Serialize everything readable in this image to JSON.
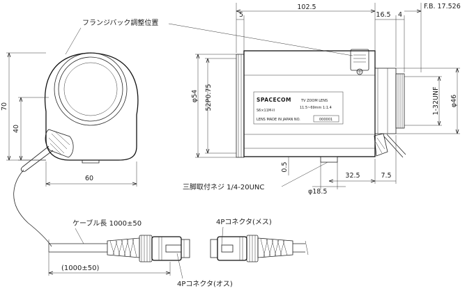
{
  "labels": {
    "flange_back_adjust": "フランジバック調整位置",
    "tripod_screw": "三脚取付ネジ 1/4-20UNC",
    "cable_length": "ケーブル長 1000±50",
    "cable_length_alt": "(1000±50)",
    "connector_female": "4Pコネクタ(メス)",
    "connector_male": "4Pコネクタ(オス)"
  },
  "dimensions": {
    "height_70": "70",
    "height_40": "40",
    "width_60": "60",
    "length_102_5": "102.5",
    "front_5": "5",
    "rear_16_5": "16.5",
    "rear_4": "4",
    "flange_back": "F.B. 17.526",
    "dia_54": "φ54",
    "p52": "52P0.75",
    "thread": "1-32UNF",
    "dia_46": "φ46",
    "offset_0_5": "0.5",
    "dia_18_5": "φ18.5",
    "dist_32_5": "32.5",
    "dist_7_5": "7.5"
  },
  "lens_body": {
    "brand": "SPACECOM",
    "model": "S6×11M-II",
    "product": "TV ZOOM LENS",
    "spec": "11.5~69mm 1:1.4",
    "made_in": "LENS MADE IN JAPAN NO.",
    "serial": "000001"
  }
}
